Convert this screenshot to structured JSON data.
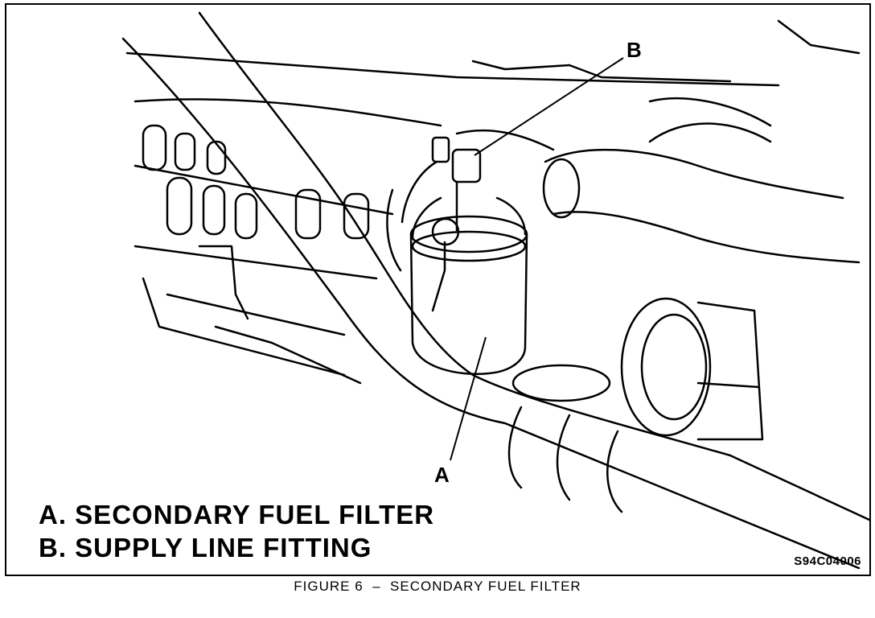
{
  "figure": {
    "callouts": {
      "a": "A",
      "b": "B"
    },
    "legend": [
      {
        "letter": "A.",
        "text": "SECONDARY FUEL FILTER"
      },
      {
        "letter": "B.",
        "text": "SUPPLY LINE FITTING"
      }
    ],
    "code": "S94C04006",
    "caption": "FIGURE 6  –  SECONDARY FUEL FILTER"
  }
}
